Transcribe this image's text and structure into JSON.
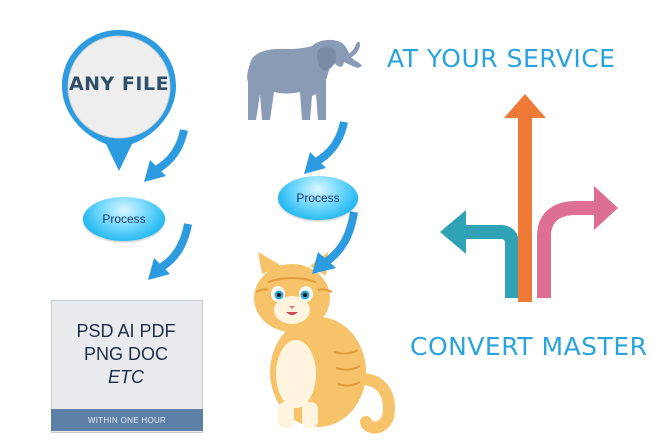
{
  "pin": {
    "label": "ANY FILE",
    "icon": "map-pin-icon"
  },
  "process_buttons": [
    {
      "label": "Process"
    },
    {
      "label": "Process"
    }
  ],
  "document": {
    "lines": [
      "PSD AI PDF",
      "PNG DOC",
      "ETC"
    ],
    "footer": "WITHIN ONE HOUR"
  },
  "headlines": {
    "top": "AT YOUR SERVICE",
    "bottom": "CONVERT MASTER"
  },
  "colors": {
    "accent_blue": "#2aa3dd",
    "arrow_blue": "#2c9be0",
    "orange_arrow": "#ef7a38",
    "teal_arrow": "#2fa3b5",
    "pink_arrow": "#dc6f93",
    "elephant": "#8a9bb5",
    "cat": "#f6c36a"
  }
}
